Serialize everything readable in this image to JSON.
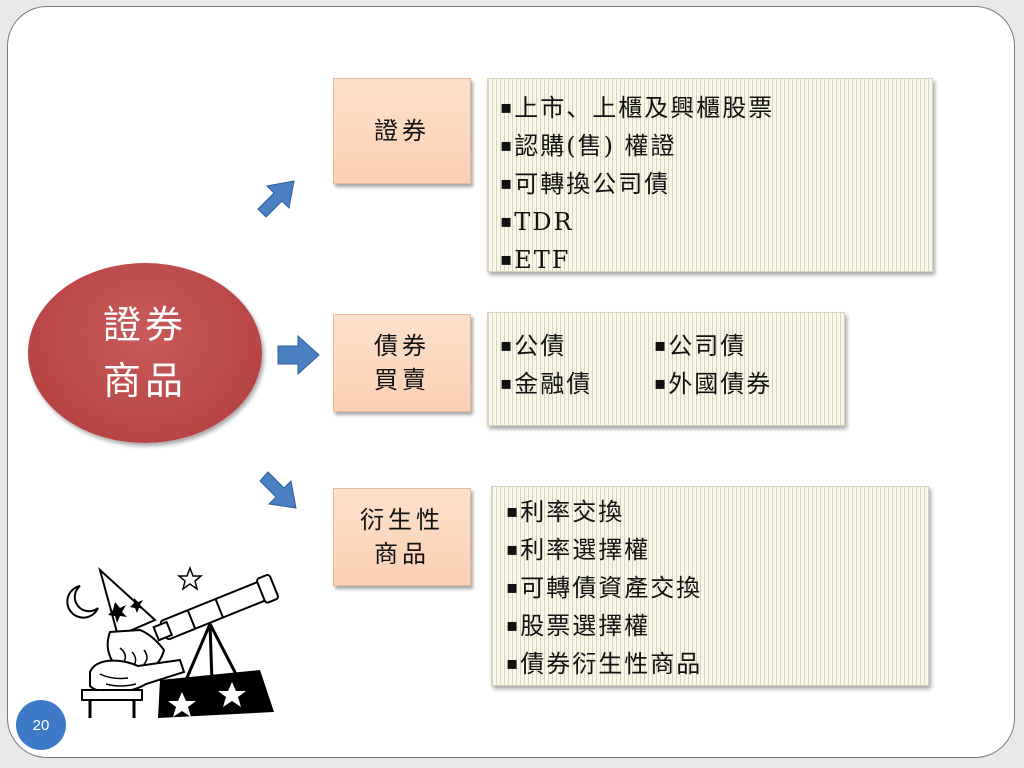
{
  "center": {
    "line1": "證券",
    "line2": "商品"
  },
  "categories": [
    {
      "label_lines": [
        "證券"
      ],
      "items": [
        "上市、上櫃及興櫃股票",
        "認購(售) 權證",
        "可轉換公司債",
        "TDR",
        "ETF"
      ]
    },
    {
      "label_lines": [
        "債券",
        "買賣"
      ],
      "items_col1": [
        "公債",
        "金融債"
      ],
      "items_col2": [
        "公司債",
        "外國債券"
      ]
    },
    {
      "label_lines": [
        "衍生性",
        "商品"
      ],
      "items": [
        "利率交換",
        "利率選擇權",
        "可轉債資產交換",
        "股票選擇權",
        "債券衍生性商品"
      ]
    }
  ],
  "page_number": "20",
  "colors": {
    "oval": "#b84545",
    "arrow": "#4a7fc1",
    "category_box": "#fbd0b3",
    "panel": "#faf7e6",
    "page_badge": "#3d79c6"
  },
  "illustration": "wizard-with-telescope"
}
